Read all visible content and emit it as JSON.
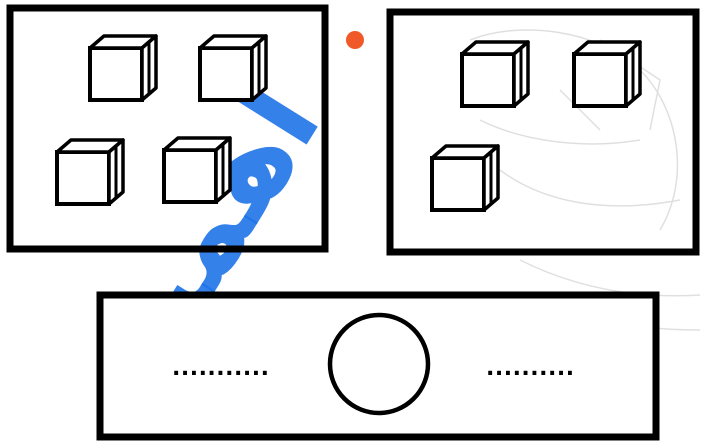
{
  "worksheet": {
    "left_box": {
      "cube_count": 4
    },
    "right_box": {
      "cube_count": 3
    },
    "answer_box": {
      "left_blank": "...........",
      "right_blank": "..........",
      "comparison_symbol": ""
    },
    "watermark": {
      "text": "أهمية",
      "color": "#1e73e8"
    },
    "background_sketch": {
      "description_icon": "faint-sketch-drawing"
    }
  }
}
